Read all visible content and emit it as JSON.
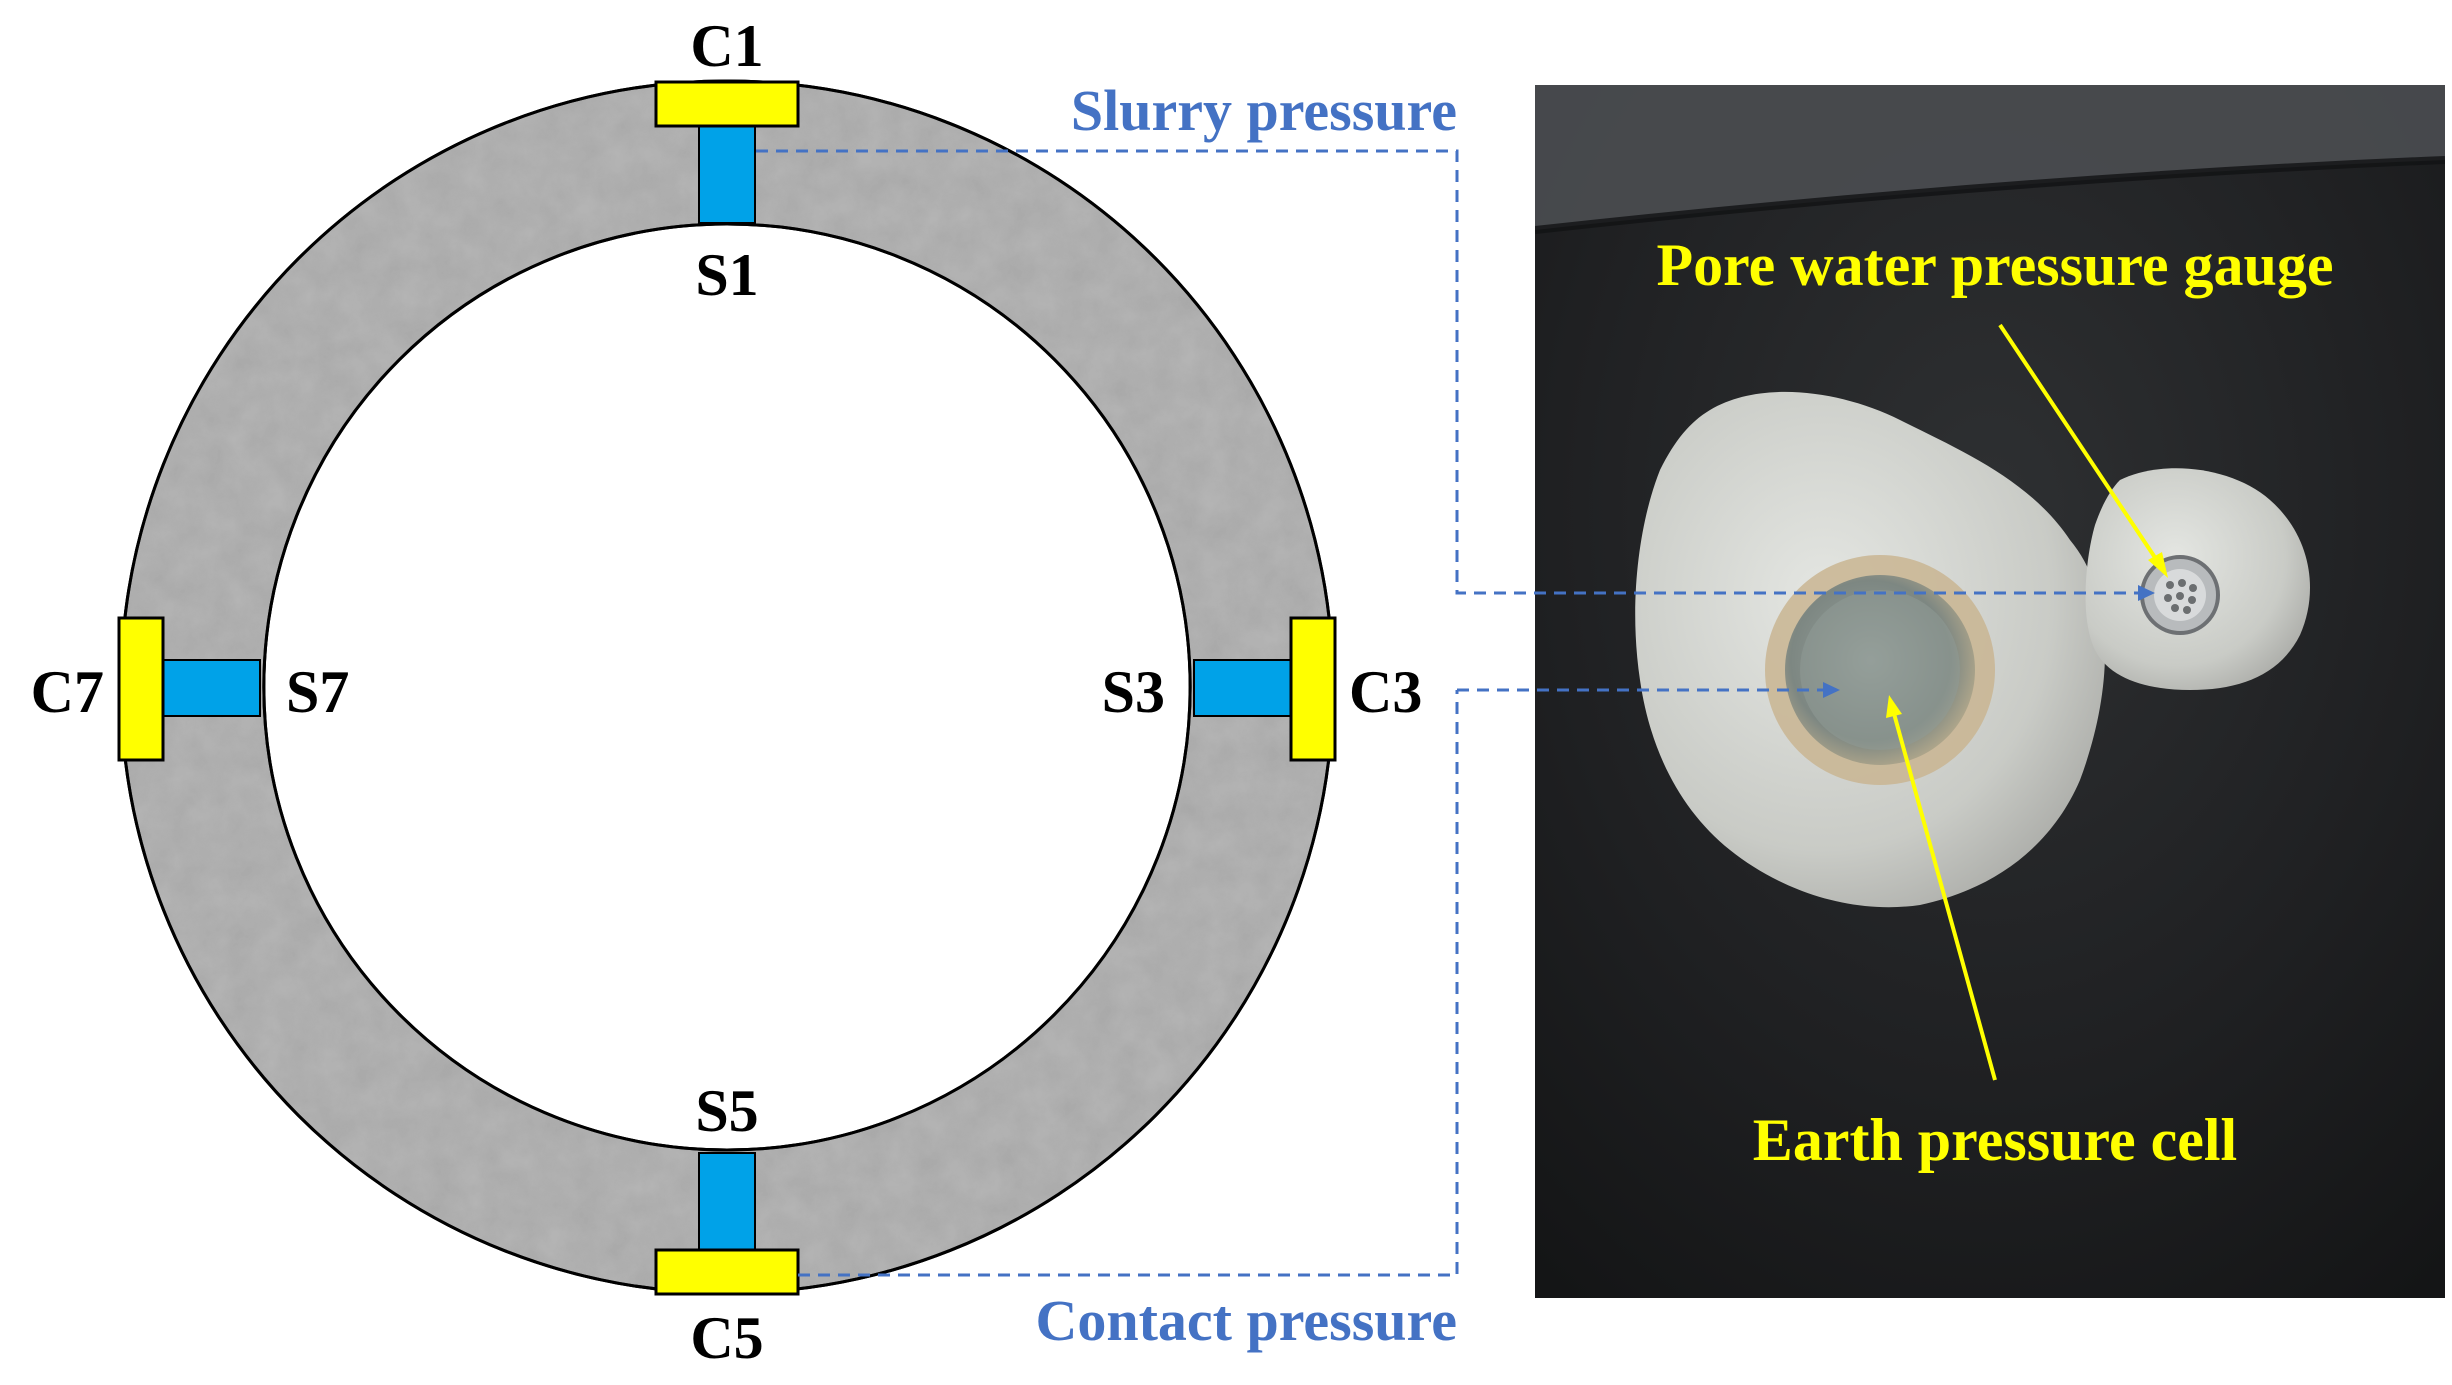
{
  "diagram": {
    "sensors": {
      "c1": "C1",
      "s1": "S1",
      "c3": "C3",
      "s3": "S3",
      "c5": "C5",
      "s5": "S5",
      "c7": "C7",
      "s7": "S7"
    },
    "types": {
      "slurry": "Slurry pressure",
      "contact": "Contact pressure"
    },
    "colors": {
      "contact_cell": "#ffff00",
      "slurry_gauge": "#00a2e8",
      "ring": "#a8a8a8",
      "leader": "#4472c4"
    }
  },
  "photo": {
    "pore_label": "Pore water pressure gauge",
    "cell_label": "Earth pressure cell"
  }
}
